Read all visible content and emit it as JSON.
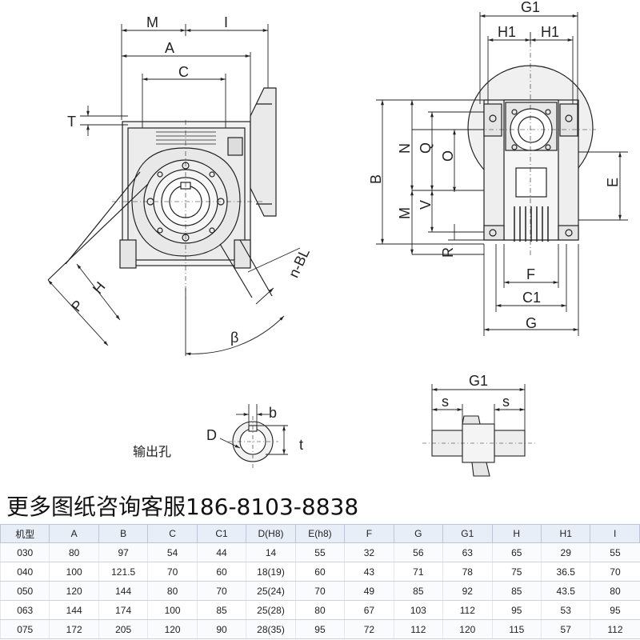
{
  "front_view": {
    "dims": {
      "M": "M",
      "I": "I",
      "A": "A",
      "C": "C",
      "T": "T",
      "H": "H",
      "P": "P",
      "nBL": "n-BL",
      "beta": "β"
    }
  },
  "side_view": {
    "dims": {
      "G1": "G1",
      "H1a": "H1",
      "H1b": "H1",
      "B": "B",
      "N": "N",
      "M": "M",
      "Q": "Q",
      "O": "O",
      "V": "V",
      "E": "E",
      "R": "R",
      "F": "F",
      "C1": "C1",
      "G": "G"
    }
  },
  "bore_view": {
    "caption": "输出孔",
    "dims": {
      "D": "D",
      "b": "b",
      "t": "t"
    }
  },
  "shaft_view": {
    "dims": {
      "G1": "G1",
      "s1": "s",
      "s2": "s"
    }
  },
  "banner": "更多图纸咨询客服186-8103-8838",
  "table": {
    "columns": [
      "机型",
      "A",
      "B",
      "C",
      "C1",
      "D(H8)",
      "E(h8)",
      "F",
      "G",
      "G1",
      "H",
      "H1",
      "I"
    ],
    "rows": [
      [
        "030",
        "80",
        "97",
        "54",
        "44",
        "14",
        "55",
        "32",
        "56",
        "63",
        "65",
        "29",
        "55"
      ],
      [
        "040",
        "100",
        "121.5",
        "70",
        "60",
        "18(19)",
        "60",
        "43",
        "71",
        "78",
        "75",
        "36.5",
        "70"
      ],
      [
        "050",
        "120",
        "144",
        "80",
        "70",
        "25(24)",
        "70",
        "49",
        "85",
        "92",
        "85",
        "43.5",
        "80"
      ],
      [
        "063",
        "144",
        "174",
        "100",
        "85",
        "25(28)",
        "80",
        "67",
        "103",
        "112",
        "95",
        "53",
        "95"
      ],
      [
        "075",
        "172",
        "205",
        "120",
        "90",
        "28(35)",
        "95",
        "72",
        "112",
        "120",
        "115",
        "57",
        "112"
      ]
    ]
  }
}
